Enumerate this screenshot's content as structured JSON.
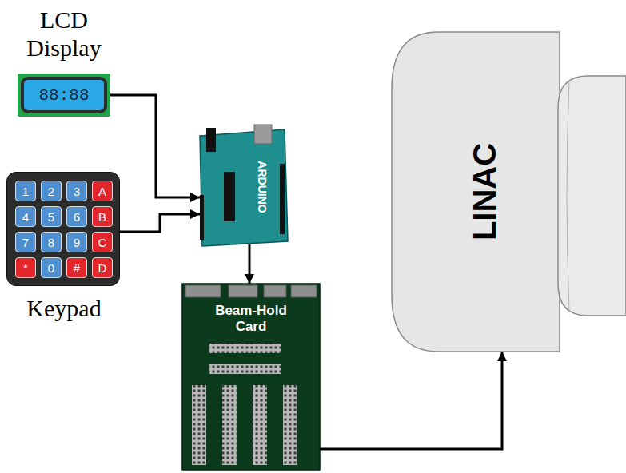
{
  "diagram": {
    "nodes": [
      {
        "text": [
          "LCD Display",
          "88:88"
        ]
      },
      {
        "text": [
          "Keypad"
        ]
      },
      {
        "text": [
          "1"
        ],
        "in": 1
      },
      {
        "text": [
          "2"
        ],
        "in": 1
      },
      {
        "text": [
          "3"
        ],
        "in": 1
      },
      {
        "text": [
          "A"
        ],
        "in": 1
      },
      {
        "text": [
          "4"
        ],
        "in": 1
      },
      {
        "text": [
          "5"
        ],
        "in": 1
      },
      {
        "text": [
          "6"
        ],
        "in": 1
      },
      {
        "text": [
          "B"
        ],
        "in": 1
      },
      {
        "text": [
          "7"
        ],
        "in": 1
      },
      {
        "text": [
          "8"
        ],
        "in": 1
      },
      {
        "text": [
          "9"
        ],
        "in": 1
      },
      {
        "text": [
          "C"
        ],
        "in": 1
      },
      {
        "text": [
          "*"
        ],
        "in": 1
      },
      {
        "text": [
          "0"
        ],
        "in": 1
      },
      {
        "text": [
          "#"
        ],
        "in": 1
      },
      {
        "text": [
          "D"
        ],
        "in": 1
      },
      {
        "text": [
          "ARDUINO"
        ]
      },
      {
        "text": [
          "Beam-Hold Card"
        ]
      },
      {
        "text": [
          "LINAC"
        ]
      }
    ],
    "edges": [
      {
        "from": 0,
        "to": 18,
        "arrow": "to"
      },
      {
        "from": 1,
        "to": 18,
        "arrow": "to"
      },
      {
        "from": 18,
        "to": 19,
        "arrow": "to"
      },
      {
        "from": 19,
        "to": 20,
        "arrow": "to"
      }
    ]
  }
}
